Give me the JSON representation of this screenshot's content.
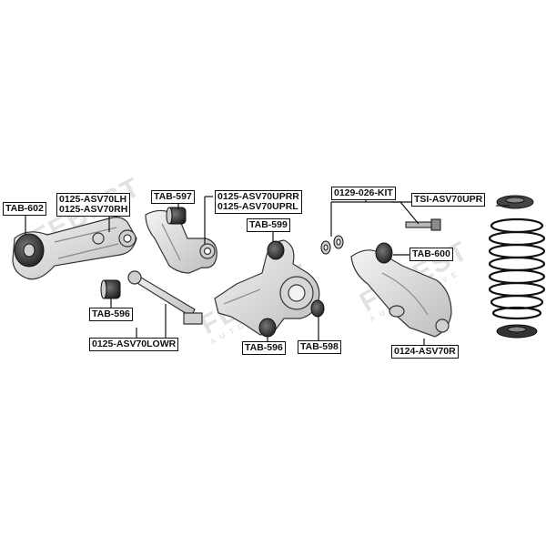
{
  "watermark": {
    "brand": "FEBEST",
    "sub": "AUTOMOTIVE"
  },
  "labels": {
    "tab602": "TAB-602",
    "arm_lh": "0125-ASV70LH",
    "arm_rh": "0125-ASV70RH",
    "tab597": "TAB-597",
    "upr_r": "0125-ASV70UPRR",
    "upr_l": "0125-ASV70UPRL",
    "tab599": "TAB-599",
    "kit": "0129-026-KIT",
    "tsi": "TSI-ASV70UPR",
    "tab600": "TAB-600",
    "tab596_left": "TAB-596",
    "lowr": "0125-ASV70LOWR",
    "tab596_mid": "TAB-596",
    "tab598": "TAB-598",
    "arm_r": "0124-ASV70R"
  }
}
